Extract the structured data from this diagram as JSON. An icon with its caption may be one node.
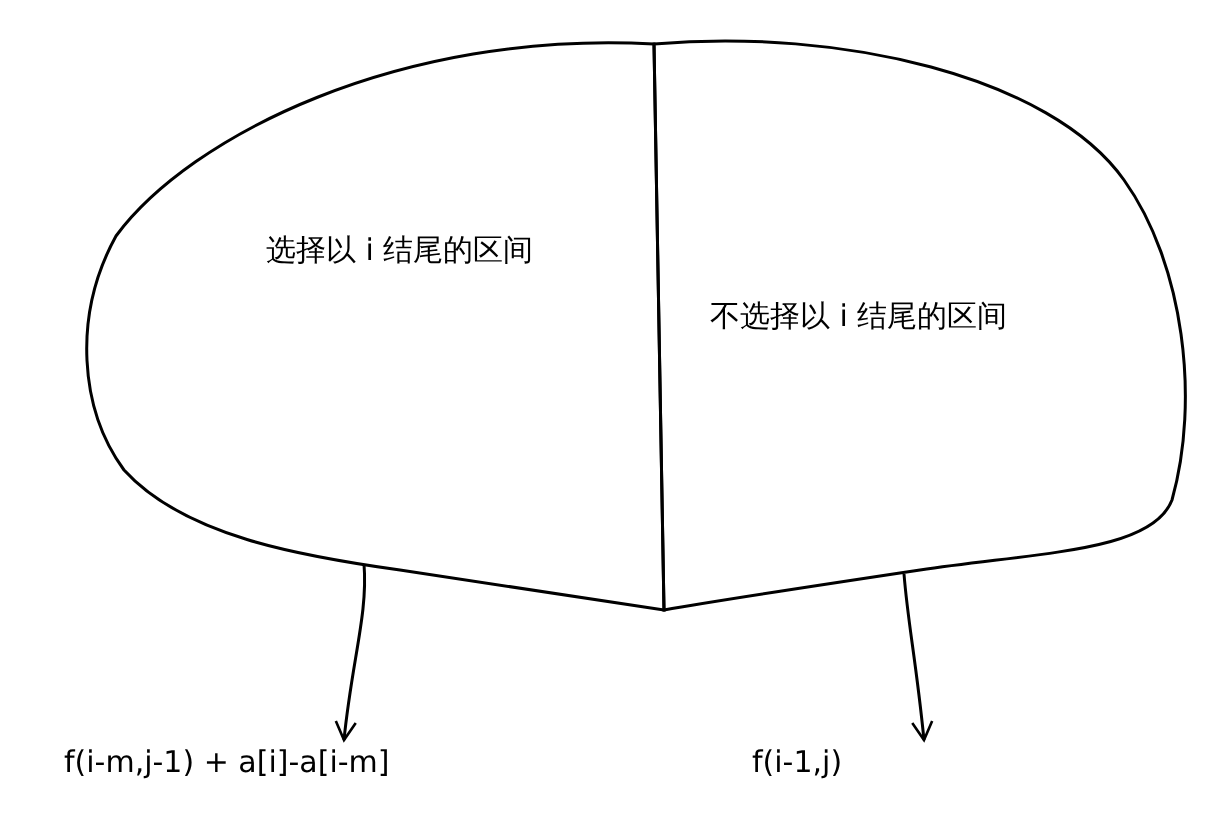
{
  "diagram": {
    "nodes": [
      {
        "text": [
          "选择以 i 结尾的区间"
        ]
      },
      {
        "text": [
          "不选择以 i 结尾的区间"
        ]
      },
      {
        "text": [
          "f(i-m,j-1) + a[i]-a[i-m]"
        ]
      },
      {
        "text": [
          "f(i-1,j)"
        ]
      }
    ],
    "edges": [
      {
        "from": 0,
        "to": 2,
        "arrow": "to"
      },
      {
        "from": 1,
        "to": 3,
        "arrow": "to"
      }
    ]
  }
}
